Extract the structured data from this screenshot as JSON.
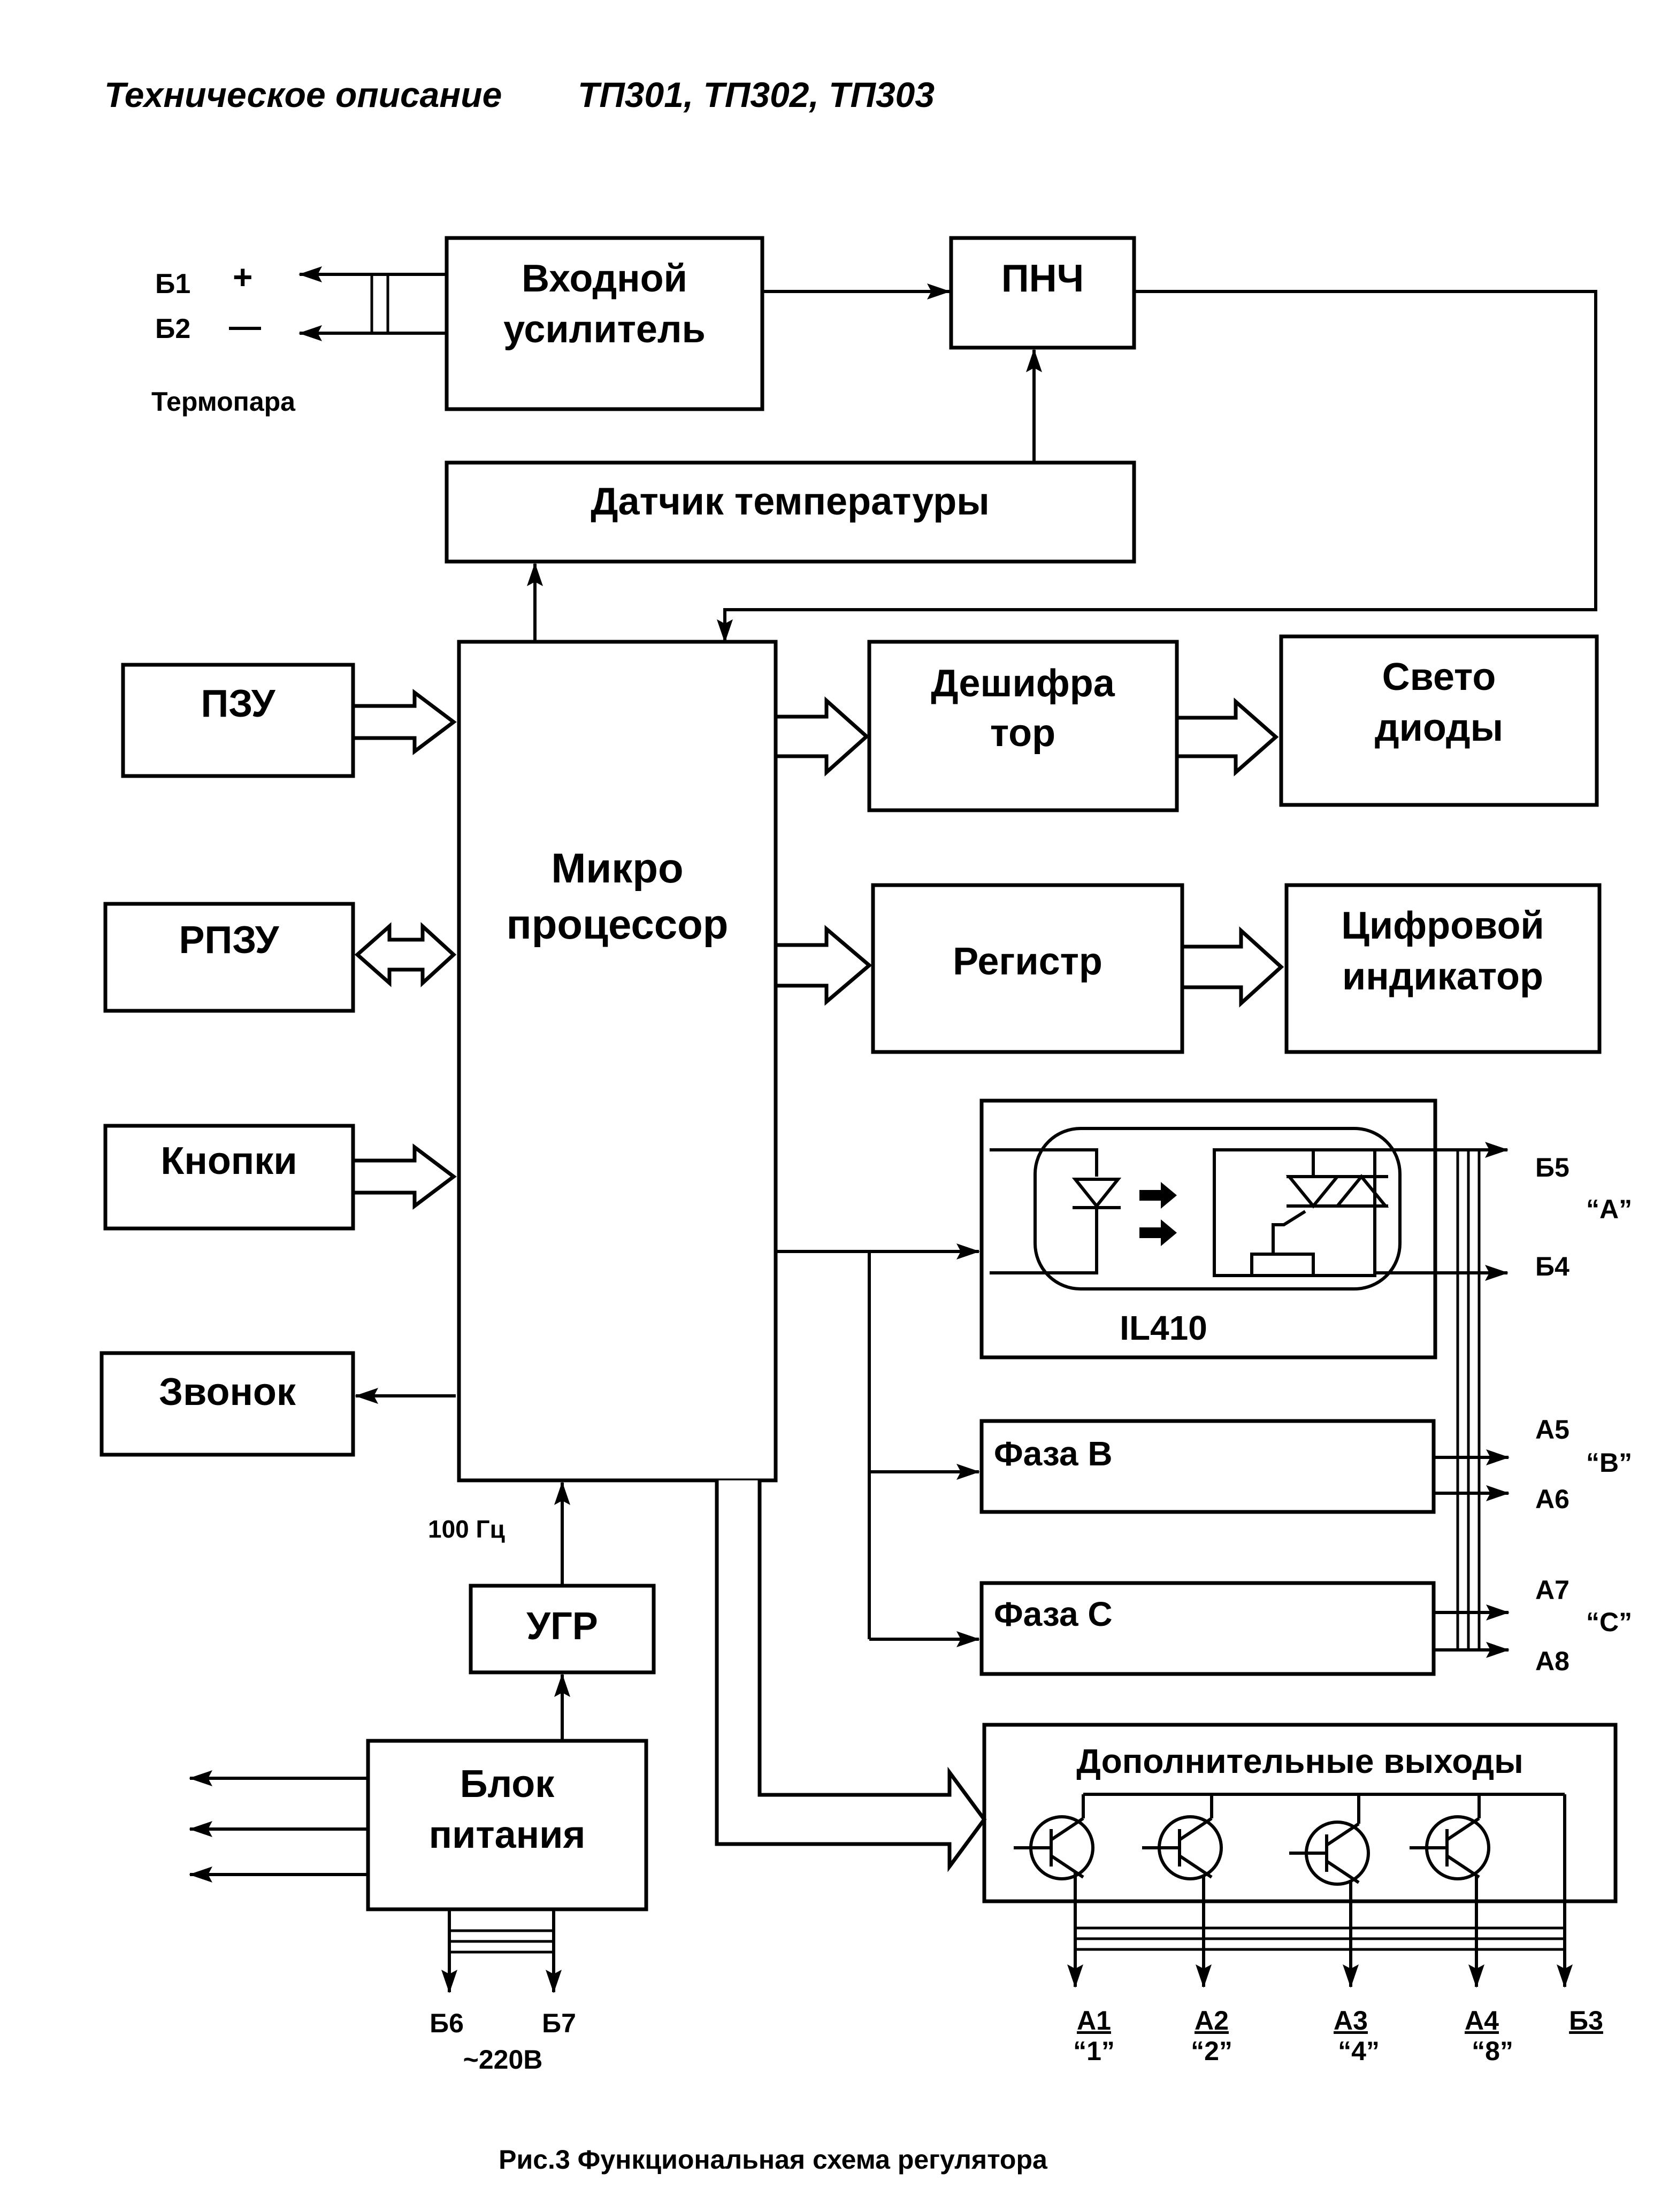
{
  "header": {
    "left": "Техническое описание",
    "right": "ТП301, ТП302, ТП303"
  },
  "blocks": {
    "input_amp": [
      "Входной",
      "усилитель"
    ],
    "pnch": "ПНЧ",
    "temp_sensor": "Датчик температуры",
    "pzu": "ПЗУ",
    "rpzu": "РПЗУ",
    "buttons": "Кнопки",
    "bell": "Звонок",
    "cpu": [
      "Микро",
      "процессор"
    ],
    "decoder": [
      "Дешифра",
      "тор"
    ],
    "leds": [
      "Свето",
      "диоды"
    ],
    "register": "Регистр",
    "digital_indicator": [
      "Цифровой",
      "индикатор"
    ],
    "optocoupler": "IL410",
    "phase_b": "Фаза В",
    "phase_c": "Фаза С",
    "ugr": "УГР",
    "power": [
      "Блок",
      "питания"
    ],
    "extra_outputs": "Дополнительные выходы"
  },
  "labels": {
    "b1": "Б1",
    "b2": "Б2",
    "plus": "+",
    "minus": "—",
    "thermocouple": "Термопара",
    "freq": "100 Гц",
    "b6": "Б6",
    "b7": "Б7",
    "mains": "~220В",
    "b5": "Б5",
    "b4": "Б4",
    "phase_a_mark": "“А”",
    "a5": "А5",
    "a6": "А6",
    "phase_b_mark": "“В”",
    "a7": "А7",
    "a8": "А8",
    "phase_c_mark": "“С”",
    "a1": "А1",
    "a1_mark": "“1”",
    "a2": "А2",
    "a2_mark": "“2”",
    "a3": "А3",
    "a3_mark": "“4”",
    "a4": "А4",
    "a4_mark": "“8”",
    "b3": "Б3"
  },
  "caption": "Рис.3  Функциональная схема регулятора"
}
